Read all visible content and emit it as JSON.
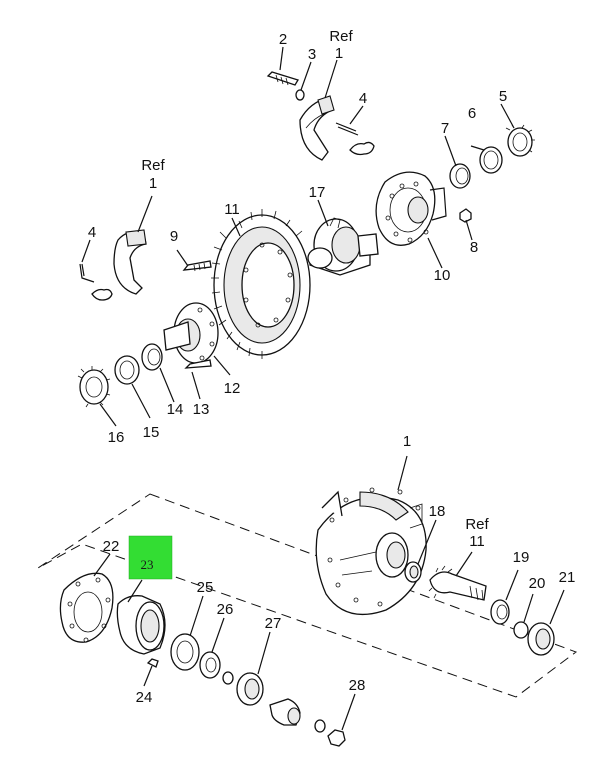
{
  "diagram": {
    "hotspot": {
      "label": "23",
      "color": "#33dd33"
    },
    "callouts": {
      "c1_top": "1",
      "c1_top_ref": "Ref",
      "c2": "2",
      "c3": "3",
      "c4_top": "4",
      "c5": "5",
      "c6": "6",
      "c7": "7",
      "c8": "8",
      "c10": "10",
      "c17": "17",
      "c1_left": "1",
      "c1_left_ref": "Ref",
      "c4_left": "4",
      "c9": "9",
      "c11": "11",
      "c12": "12",
      "c13": "13",
      "c14": "14",
      "c15": "15",
      "c16": "16",
      "c1_bottom": "1",
      "c18": "18",
      "c11_ref": "Ref",
      "c11_bottom": "11",
      "c19": "19",
      "c20": "20",
      "c21": "21",
      "c22": "22",
      "c24": "24",
      "c25": "25",
      "c26": "26",
      "c27": "27",
      "c28": "28"
    }
  }
}
